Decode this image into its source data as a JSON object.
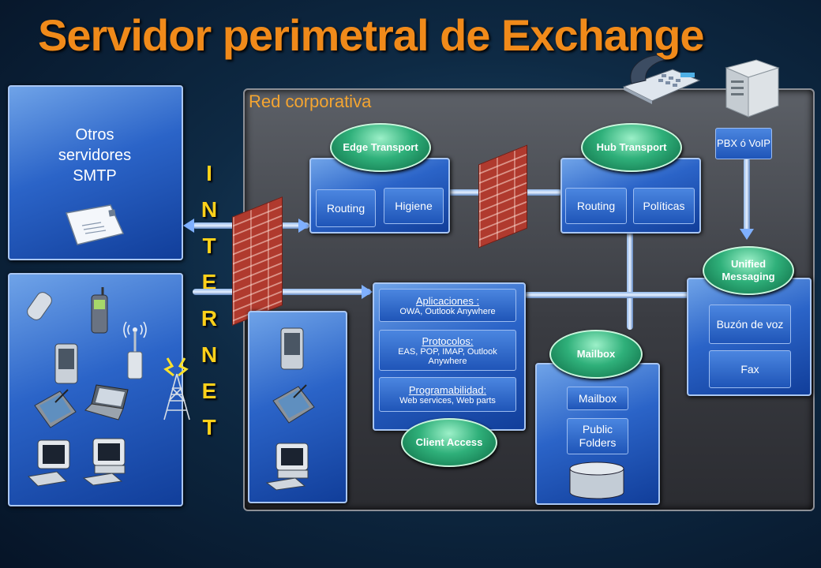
{
  "title": "Servidor perimetral de Exchange",
  "corp_label": "Red corporativa",
  "smtp_panel": {
    "label": "Otros servidores SMTP"
  },
  "internet_letters": [
    "I",
    "N",
    "T",
    "E",
    "R",
    "N",
    "E",
    "T"
  ],
  "edge": {
    "label": "Edge Transport",
    "boxes": [
      "Routing",
      "Higiene"
    ]
  },
  "hub": {
    "label": "Hub Transport",
    "boxes": [
      "Routing",
      "Políticas"
    ]
  },
  "pbx": {
    "label": "PBX ó VoIP"
  },
  "um": {
    "label": "Unified Messaging",
    "boxes": [
      "Buzón de voz",
      "Fax"
    ]
  },
  "client_access": {
    "label": "Client Access",
    "items": [
      {
        "heading": "Aplicaciones :",
        "detail": "OWA, Outlook Anywhere"
      },
      {
        "heading": "Protocolos:",
        "detail": "EAS, POP, IMAP, Outlook Anywhere"
      },
      {
        "heading": "Programabilidad:",
        "detail": "Web services, Web parts"
      }
    ]
  },
  "mailbox": {
    "label": "Mailbox",
    "boxes": [
      "Mailbox",
      "Public Folders"
    ]
  },
  "colors": {
    "title": "#f08a1a",
    "internet": "#ffd11a",
    "oval": "#2fb07a",
    "panel": "#2b64c8"
  }
}
